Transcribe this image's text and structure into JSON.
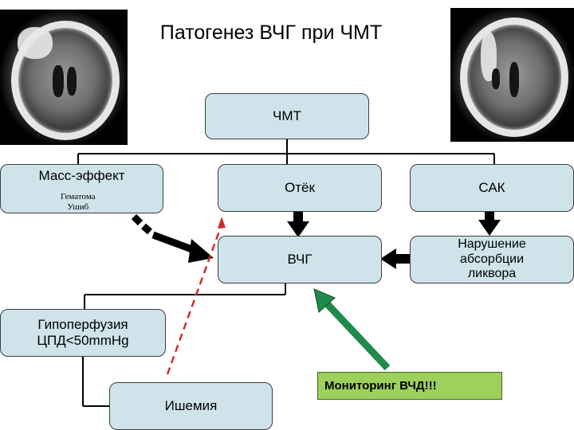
{
  "title": "Патогенез ВЧГ при ЧМТ",
  "nodes": {
    "tbi": {
      "label": "ЧМТ"
    },
    "mass_effect": {
      "label": "Масс-эффект",
      "sub1": "Гематома",
      "sub2": "Ушиб"
    },
    "edema": {
      "label": "Отёк"
    },
    "sah": {
      "label": "САК"
    },
    "icp": {
      "label": "ВЧГ"
    },
    "csf_absorption": {
      "line1": "Нарушение",
      "line2": "абсорбции",
      "line3": "ликвора"
    },
    "hypoperfusion": {
      "line1": "Гипоперфузия",
      "line2": "ЦПД<50mmHg"
    },
    "ischemia": {
      "label": "Ишемия"
    }
  },
  "callout": {
    "label": "Мониторинг ВЧД!!!"
  },
  "colors": {
    "box_fill": "#cfe3ea",
    "callout_fill": "#9dd05c",
    "monitor_arrow": "#1f8a4c",
    "feedback_line": "#d22b2b",
    "arrow_dark": "#000000"
  },
  "images": [
    "ct-scan-left",
    "ct-scan-right"
  ]
}
